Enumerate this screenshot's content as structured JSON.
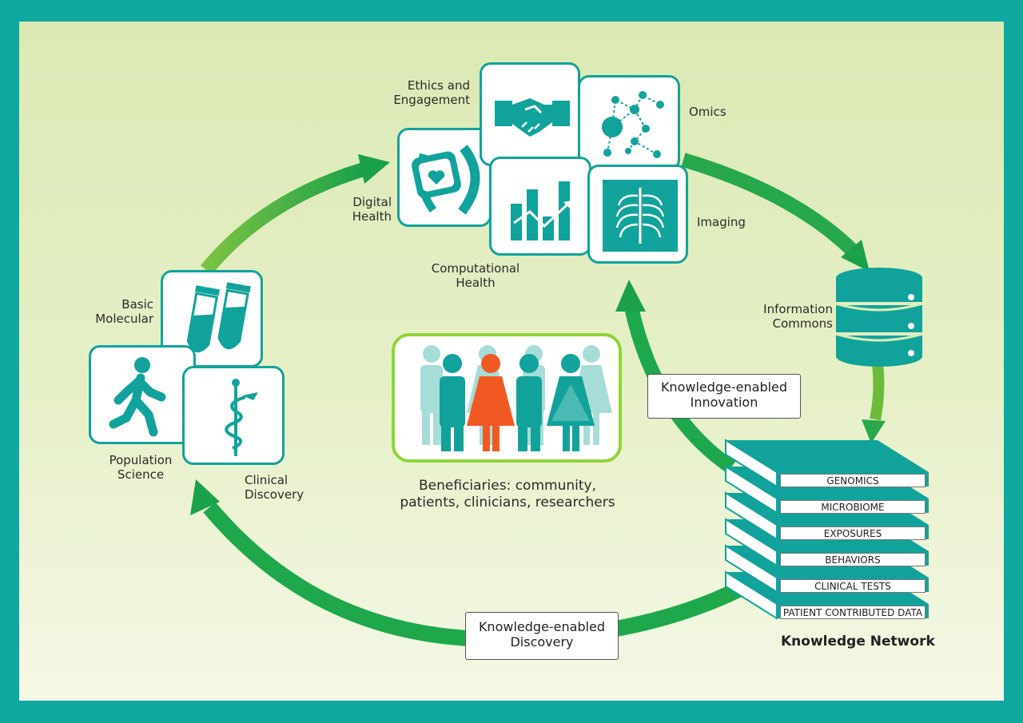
{
  "nodes": {
    "ethics": "Ethics and\nEngagement",
    "omics": "Omics",
    "digital": "Digital\nHealth",
    "imaging": "Imaging",
    "computational": "Computational\nHealth",
    "information_commons": "Information\nCommons",
    "basic_molecular": "Basic\nMolecular",
    "population_science": "Population\nScience",
    "clinical_discovery": "Clinical\nDiscovery"
  },
  "beneficiaries": "Beneficiaries: community,\npatients, clinicians, researchers",
  "callouts": {
    "innovation": "Knowledge-enabled\nInnovation",
    "discovery": "Knowledge-enabled\nDiscovery"
  },
  "knowledge_network": {
    "title": "Knowledge Network",
    "layers": [
      "GENOMICS",
      "MICROBIOME",
      "EXPOSURES",
      "BEHAVIORS",
      "CLINICAL TESTS",
      "PATIENT CONTRIBUTED DATA"
    ]
  },
  "colors": {
    "teal": "#11a39b",
    "arrow_green": "#1f9f45",
    "highlight_orange": "#f05a22",
    "light_green_border": "#8fd435"
  }
}
